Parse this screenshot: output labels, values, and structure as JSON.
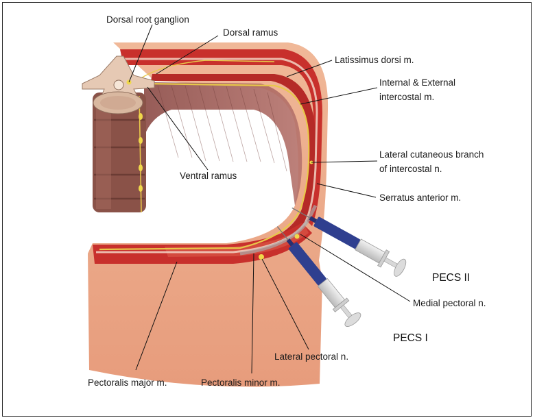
{
  "labels": {
    "drg": "Dorsal root ganglion",
    "dorsal_ramus": "Dorsal ramus",
    "latissimus": "Latissimus dorsi m.",
    "intercostal_1": "Internal & External",
    "intercostal_2": "intercostal m.",
    "lateral_cut_1": "Lateral cutaneous branch",
    "lateral_cut_2": "of intercostal n.",
    "ventral_ramus": "Ventral ramus",
    "serratus": "Serratus anterior m.",
    "pecs2": "PECS II",
    "medial_pectoral": "Medial pectoral n.",
    "pecs1": "PECS I",
    "lateral_pectoral": "Lateral pectoral n.",
    "pec_major": "Pectoralis major m.",
    "pec_minor": "Pectoralis minor m."
  },
  "colors": {
    "muscle": "#c8302c",
    "muscle_dark": "#9c2a26",
    "skin": "#e9a98a",
    "skin_light": "#f3c6ad",
    "nerve": "#e8c84a",
    "bone": "#d9b8a0",
    "rib_muscle": "#a85a55",
    "syringe_blue": "#2f3f8f",
    "syringe_grey": "#d6d6d6"
  }
}
